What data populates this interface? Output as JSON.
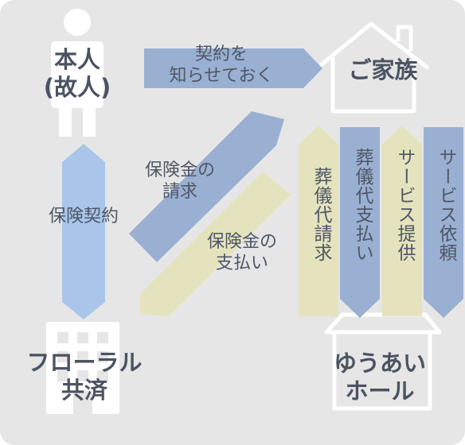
{
  "nodes": {
    "person": [
      "本人",
      "(故人)"
    ],
    "family": "ご家族",
    "floral": [
      "フローラル",
      "共済"
    ],
    "hall": [
      "ゆうあい",
      "ホール"
    ]
  },
  "arrows": {
    "notify": [
      "契約を",
      "知らせておく"
    ],
    "insurance_contract": "保険契約",
    "insurance_claim": [
      "保険金の",
      "請求"
    ],
    "insurance_payment": [
      "保険金の",
      "支払い"
    ],
    "funeral_bill": "葬儀代請求",
    "funeral_payment": "葬儀代支払い",
    "service_provision": "サービス提供",
    "service_request": "サービス依頼"
  },
  "colors": {
    "background": "#e6e6e6",
    "silhouette": "#ffffff",
    "arrow_blue": "#9ab0d2",
    "arrow_light_blue": "#a9c6ea",
    "arrow_yellow": "#e4e3bd",
    "text": "#4e5766"
  }
}
